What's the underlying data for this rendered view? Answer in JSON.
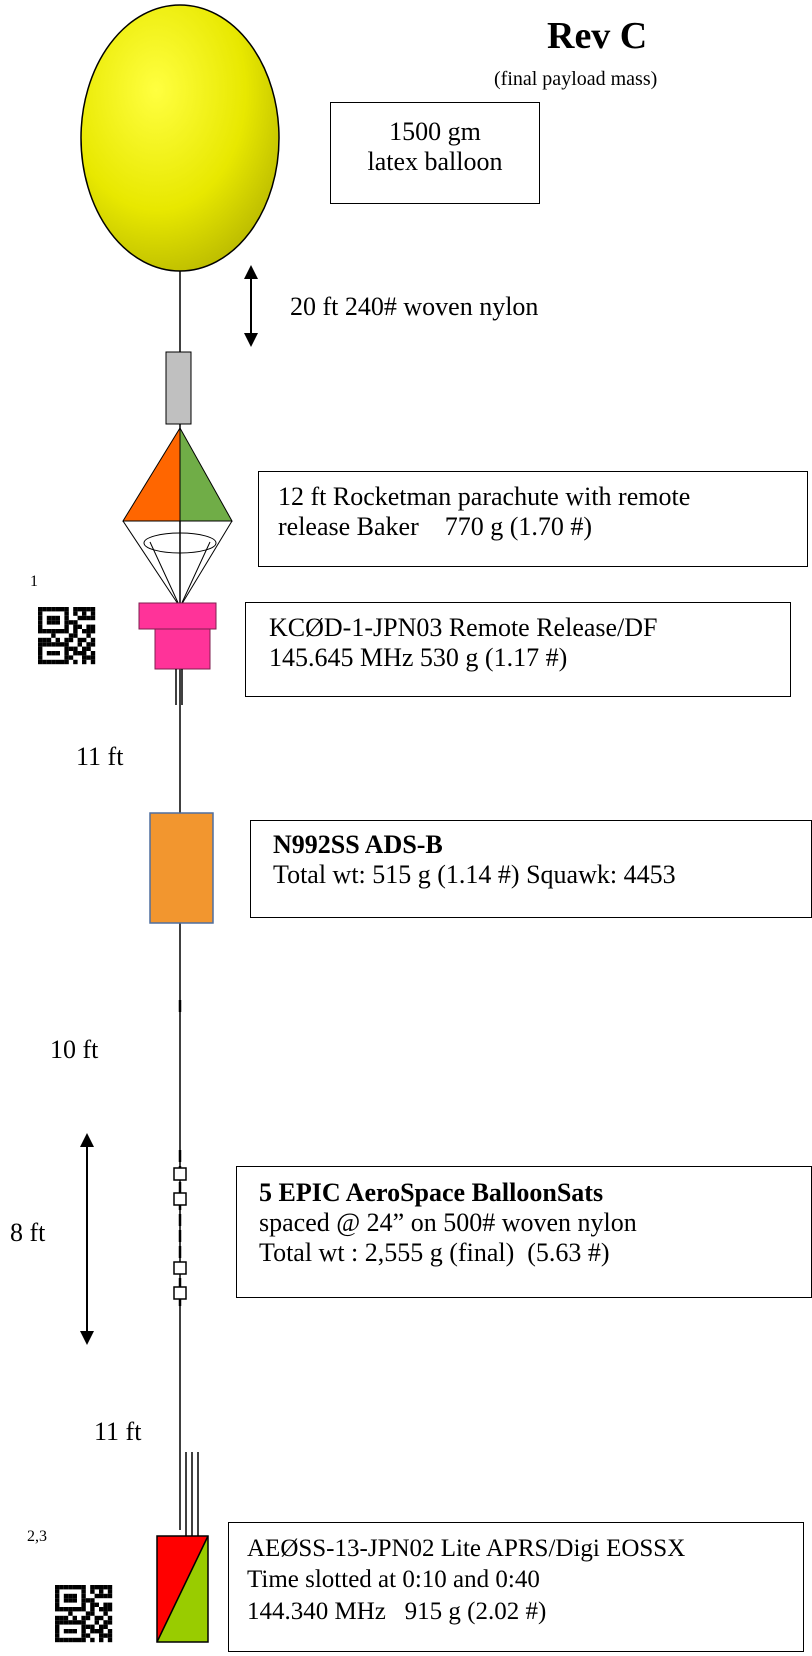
{
  "header": {
    "title": "Rev C",
    "subtitle": "(final payload mass)"
  },
  "labels": {
    "balloon_box": [
      "1500 gm",
      "latex balloon"
    ],
    "tether_top": "20 ft 240# woven nylon",
    "parachute_box": [
      "12 ft Rocketman parachute with remote",
      "release Baker    770 g (1.70 #)"
    ],
    "release_box": [
      "KCØD-1-JPN03 Remote Release/DF",
      "145.645 MHz 530 g (1.17 #)"
    ],
    "adsb_box": {
      "title": "N992SS ADS-B",
      "line": "Total wt:  515 g (1.14 #) Squawk: 4453"
    },
    "balloonsats_box": {
      "title": "5 EPIC AeroSpace BalloonSats",
      "lines": [
        "spaced @ 24” on 500# woven nylon",
        "Total wt : 2,555 g (final)  (5.63 #)"
      ]
    },
    "aprs_box": [
      "AEØSS-13-JPN02 Lite APRS/Digi  EOSSX",
      "Time slotted at 0:10 and 0:40",
      "144.340 MHz   915 g (2.02 #)"
    ],
    "dist_11ft_top": "11 ft",
    "dist_10ft": "10 ft",
    "dist_8ft": "8 ft",
    "dist_11ft_bottom": "11 ft",
    "footnote_1": "1",
    "footnote_23": "2,3"
  },
  "colors": {
    "balloon": "#f0f000",
    "chute_left": "#ff6600",
    "chute_right": "#70ad47",
    "release": "#ff3399",
    "adsb": "#f2962f",
    "adsb_border": "#4f6f9f",
    "aprs_red": "#ff0000",
    "aprs_green": "#99cc00",
    "connector": "#c0c0c0"
  },
  "icons": [
    "qr-code-icon",
    "double-arrow-icon"
  ]
}
